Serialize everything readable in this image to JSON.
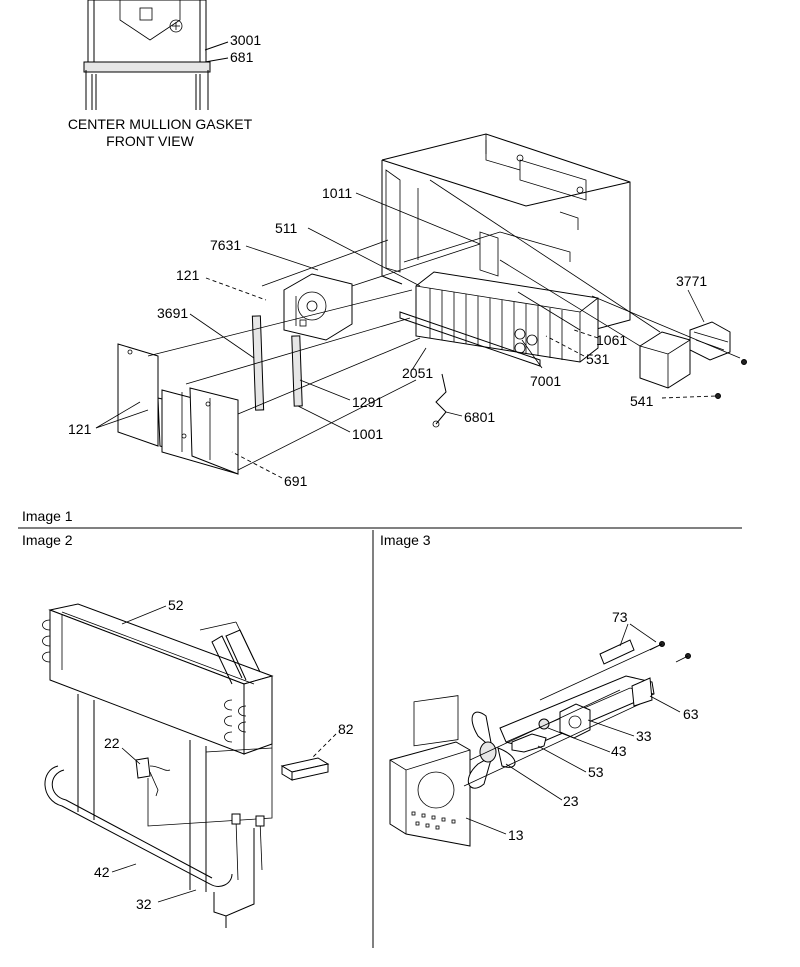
{
  "sections": {
    "image1": "Image 1",
    "image2": "Image 2",
    "image3": "Image 3"
  },
  "caption": {
    "line1": "CENTER MULLION GASKET",
    "line2": "FRONT VIEW"
  },
  "labels": {
    "p3001": "3001",
    "p681": "681",
    "p1011": "1011",
    "p511": "511",
    "p7631": "7631",
    "p121a": "121",
    "p3691": "3691",
    "p3771": "3771",
    "p1061": "1061",
    "p531": "531",
    "p7001": "7001",
    "p2051": "2051",
    "p1291": "1291",
    "p541": "541",
    "p121b": "121",
    "p1001": "1001",
    "p6801": "6801",
    "p691": "691",
    "p52": "52",
    "p82": "82",
    "p22": "22",
    "p42": "42",
    "p32": "32",
    "p73": "73",
    "p63": "63",
    "p33": "33",
    "p43": "43",
    "p53": "53",
    "p23": "23",
    "p13": "13"
  }
}
